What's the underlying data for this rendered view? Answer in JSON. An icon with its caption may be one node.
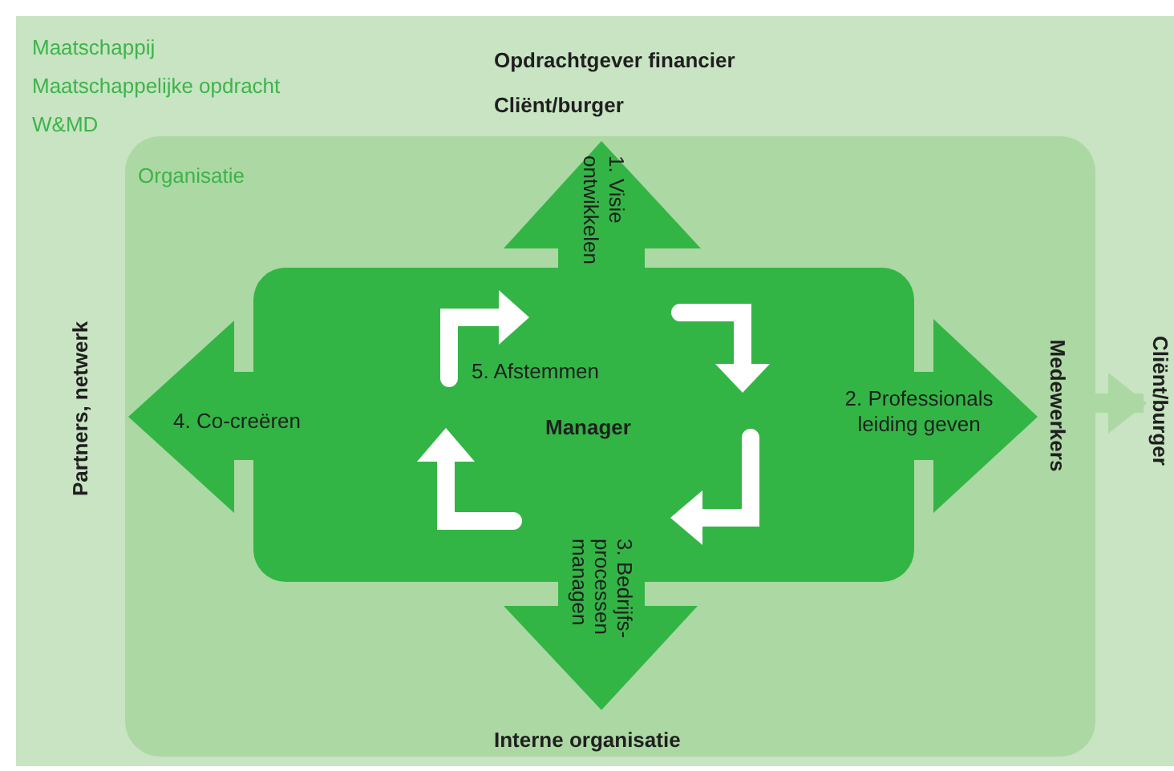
{
  "diagram": {
    "nodes": [
      {
        "text": [
          "Maatschappij",
          "Maatschappelijke opdracht",
          "W&MD"
        ]
      },
      {
        "text": [
          "Organisatie"
        ],
        "in": 0
      },
      {
        "text": [
          "1. Visie ontwikkelen",
          "5. Afstemmen",
          "4. Co-creëren",
          "Manager",
          "2. Professionals leiding geven",
          "3. Bedrijfs- processen managen"
        ],
        "in": 1
      },
      {
        "text": [
          "Medewerkers"
        ],
        "in": 1
      },
      {
        "text": [
          "Cliënt/burger"
        ],
        "in": 0
      }
    ],
    "edges": [
      {
        "from": 3,
        "to": 4,
        "arrow": "to"
      }
    ],
    "labels": [
      "Opdrachtgever financier",
      "Cliënt/burger",
      "Partners, netwerk",
      "Interne organisatie"
    ]
  }
}
